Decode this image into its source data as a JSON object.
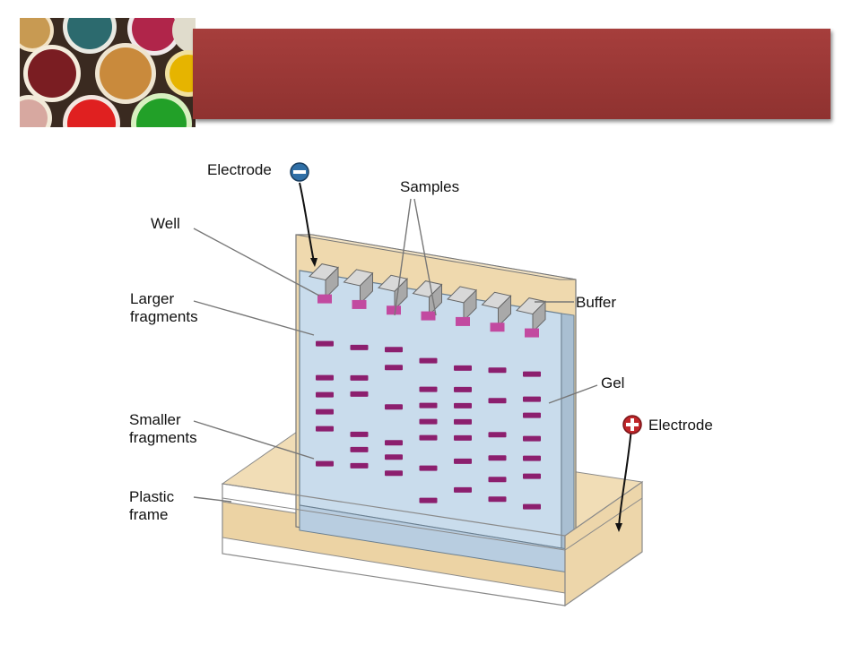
{
  "header": {
    "image_icon": "petri-dishes-photo",
    "bar_color": "#9b3734"
  },
  "diagram": {
    "labels": {
      "electrode_negative": "Electrode",
      "electrode_positive": "Electrode",
      "samples": "Samples",
      "well": "Well",
      "larger_fragments_line1": "Larger",
      "larger_fragments_line2": "fragments",
      "buffer": "Buffer",
      "gel": "Gel",
      "smaller_fragments_line1": "Smaller",
      "smaller_fragments_line2": "fragments",
      "plastic_frame_line1": "Plastic",
      "plastic_frame_line2": "frame"
    },
    "icons": {
      "negative_terminal": "minus-circle-icon",
      "positive_terminal": "plus-circle-icon"
    },
    "colors": {
      "gel": "#c9dcec",
      "buffer": "#f0dcb4",
      "band": "#8c1f6e",
      "well_dye": "#c24aa0",
      "negative_terminal": "#2f6fa6",
      "positive_terminal": "#c0262a"
    },
    "lane_count": 7
  }
}
